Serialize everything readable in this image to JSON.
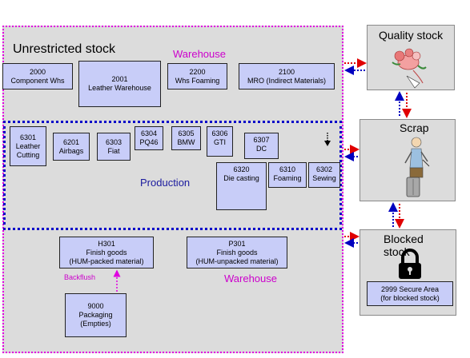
{
  "main": {
    "title": "Unrestricted stock",
    "warehouse_top_label": "Warehouse",
    "warehouse_bottom_label": "Warehouse",
    "production_label": "Production",
    "backflush_label": "Backflush",
    "warehouses_top": [
      {
        "code": "2000",
        "name": "Component Whs"
      },
      {
        "code": "2001",
        "name": "Leather Warehouse"
      },
      {
        "code": "2200",
        "name": "Whs Foaming"
      },
      {
        "code": "2100",
        "name": "MRO (Indirect Materials)"
      }
    ],
    "production_units": [
      {
        "code": "6301",
        "name": "Leather\nCutting"
      },
      {
        "code": "6201",
        "name": "Airbags"
      },
      {
        "code": "6303",
        "name": "Fiat"
      },
      {
        "code": "6304",
        "name": "PQ46"
      },
      {
        "code": "6305",
        "name": "BMW"
      },
      {
        "code": "6306",
        "name": "GTI"
      },
      {
        "code": "6307",
        "name": "DC"
      },
      {
        "code": "6320",
        "name": "Die casting"
      },
      {
        "code": "6310",
        "name": "Foaming"
      },
      {
        "code": "6302",
        "name": "Sewing"
      }
    ],
    "warehouses_bottom": [
      {
        "code": "H301",
        "name": "Finish goods\n(HUM-packed material)"
      },
      {
        "code": "P301",
        "name": "Finish goods\n(HUM-unpacked material)"
      },
      {
        "code": "9000",
        "name": "Packaging\n(Empties)"
      }
    ]
  },
  "side": {
    "quality": {
      "title": "Quality stock",
      "icon": "flower-bouquet-icon"
    },
    "scrap": {
      "title": "Scrap",
      "icon": "person-scrap-icon"
    },
    "blocked": {
      "title": "Blocked\nstock",
      "icon": "padlock-icon",
      "area": {
        "code": "2999",
        "name": "Secure Area\n(for blocked stock)"
      }
    }
  },
  "colors": {
    "panel": "#dcdcdc",
    "box": "#c8cdf8",
    "magenta_border": "#e000e0",
    "blue_border": "#0000c8",
    "arrow_red": "#e00000",
    "arrow_blue": "#0000c0"
  }
}
